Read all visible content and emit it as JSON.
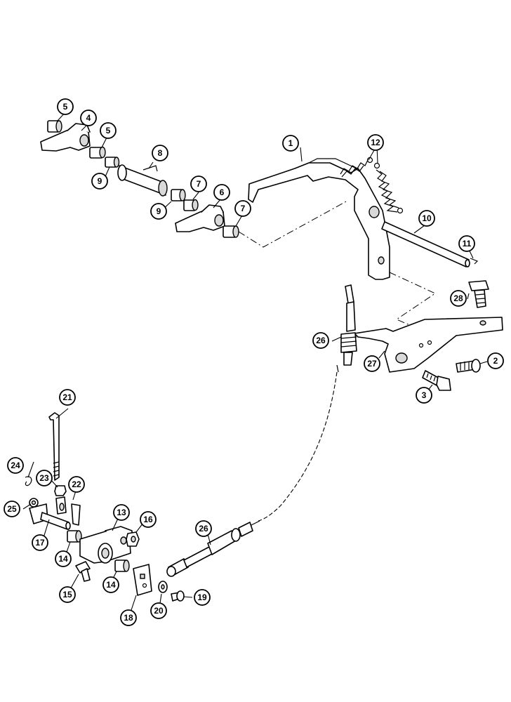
{
  "callouts": [
    {
      "id": "c1",
      "label": "1"
    },
    {
      "id": "c2",
      "label": "2"
    },
    {
      "id": "c3",
      "label": "3"
    },
    {
      "id": "c4",
      "label": "4"
    },
    {
      "id": "c5a",
      "label": "5"
    },
    {
      "id": "c5b",
      "label": "5"
    },
    {
      "id": "c6",
      "label": "6"
    },
    {
      "id": "c7a",
      "label": "7"
    },
    {
      "id": "c7b",
      "label": "7"
    },
    {
      "id": "c8",
      "label": "8"
    },
    {
      "id": "c9a",
      "label": "9"
    },
    {
      "id": "c9b",
      "label": "9"
    },
    {
      "id": "c10",
      "label": "10"
    },
    {
      "id": "c11",
      "label": "11"
    },
    {
      "id": "c12",
      "label": "12"
    },
    {
      "id": "c13",
      "label": "13"
    },
    {
      "id": "c14a",
      "label": "14"
    },
    {
      "id": "c14b",
      "label": "14"
    },
    {
      "id": "c15",
      "label": "15"
    },
    {
      "id": "c16",
      "label": "16"
    },
    {
      "id": "c17",
      "label": "17"
    },
    {
      "id": "c18",
      "label": "18"
    },
    {
      "id": "c19",
      "label": "19"
    },
    {
      "id": "c20",
      "label": "20"
    },
    {
      "id": "c21",
      "label": "21"
    },
    {
      "id": "c22",
      "label": "22"
    },
    {
      "id": "c23",
      "label": "23"
    },
    {
      "id": "c24",
      "label": "24"
    },
    {
      "id": "c25",
      "label": "25"
    },
    {
      "id": "c26a",
      "label": "26"
    },
    {
      "id": "c26b",
      "label": "26"
    },
    {
      "id": "c27",
      "label": "27"
    },
    {
      "id": "c28",
      "label": "28"
    }
  ]
}
